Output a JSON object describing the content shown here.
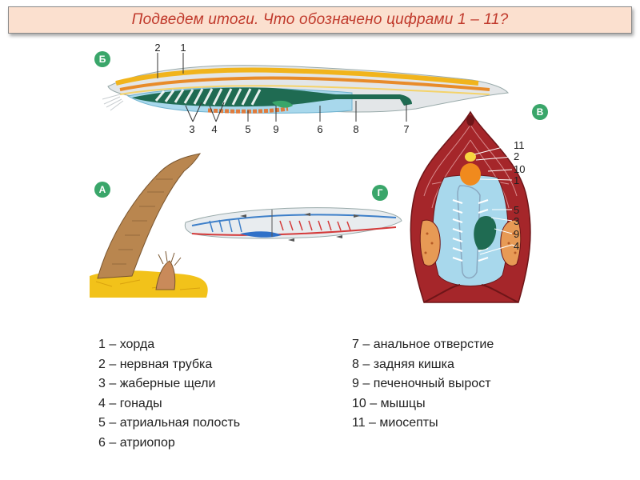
{
  "title": "Подведем итоги. Что обозначено цифрами 1 – 11?",
  "figure_letters": {
    "b": "Б",
    "a": "А",
    "v": "В",
    "g": "Г"
  },
  "labels_b": [
    "2",
    "1",
    "3",
    "4",
    "5",
    "9",
    "6",
    "8",
    "7"
  ],
  "labels_v": [
    "11",
    "2",
    "10",
    "1",
    "5",
    "3",
    "9",
    "4"
  ],
  "legend": {
    "left": [
      "1 – хорда",
      "2 – нервная трубка",
      "3 – жаберные щели",
      "4 – гонады",
      "5 – атриальная полость",
      "6 – атриопор"
    ],
    "right": [
      "7 – анальное отверстие",
      "8 – задняя кишка",
      "9 – печеночный вырост",
      "10 – мышцы",
      "11 – миосепты"
    ]
  },
  "colors": {
    "title_text": "#c0392b",
    "title_bg": "#fbe0cf",
    "badge": "#3aa66a",
    "gut": "#1f6b52",
    "atrium": "#a8d8ec",
    "muscle": "#a5262a",
    "nerve": "#f2b21d"
  }
}
